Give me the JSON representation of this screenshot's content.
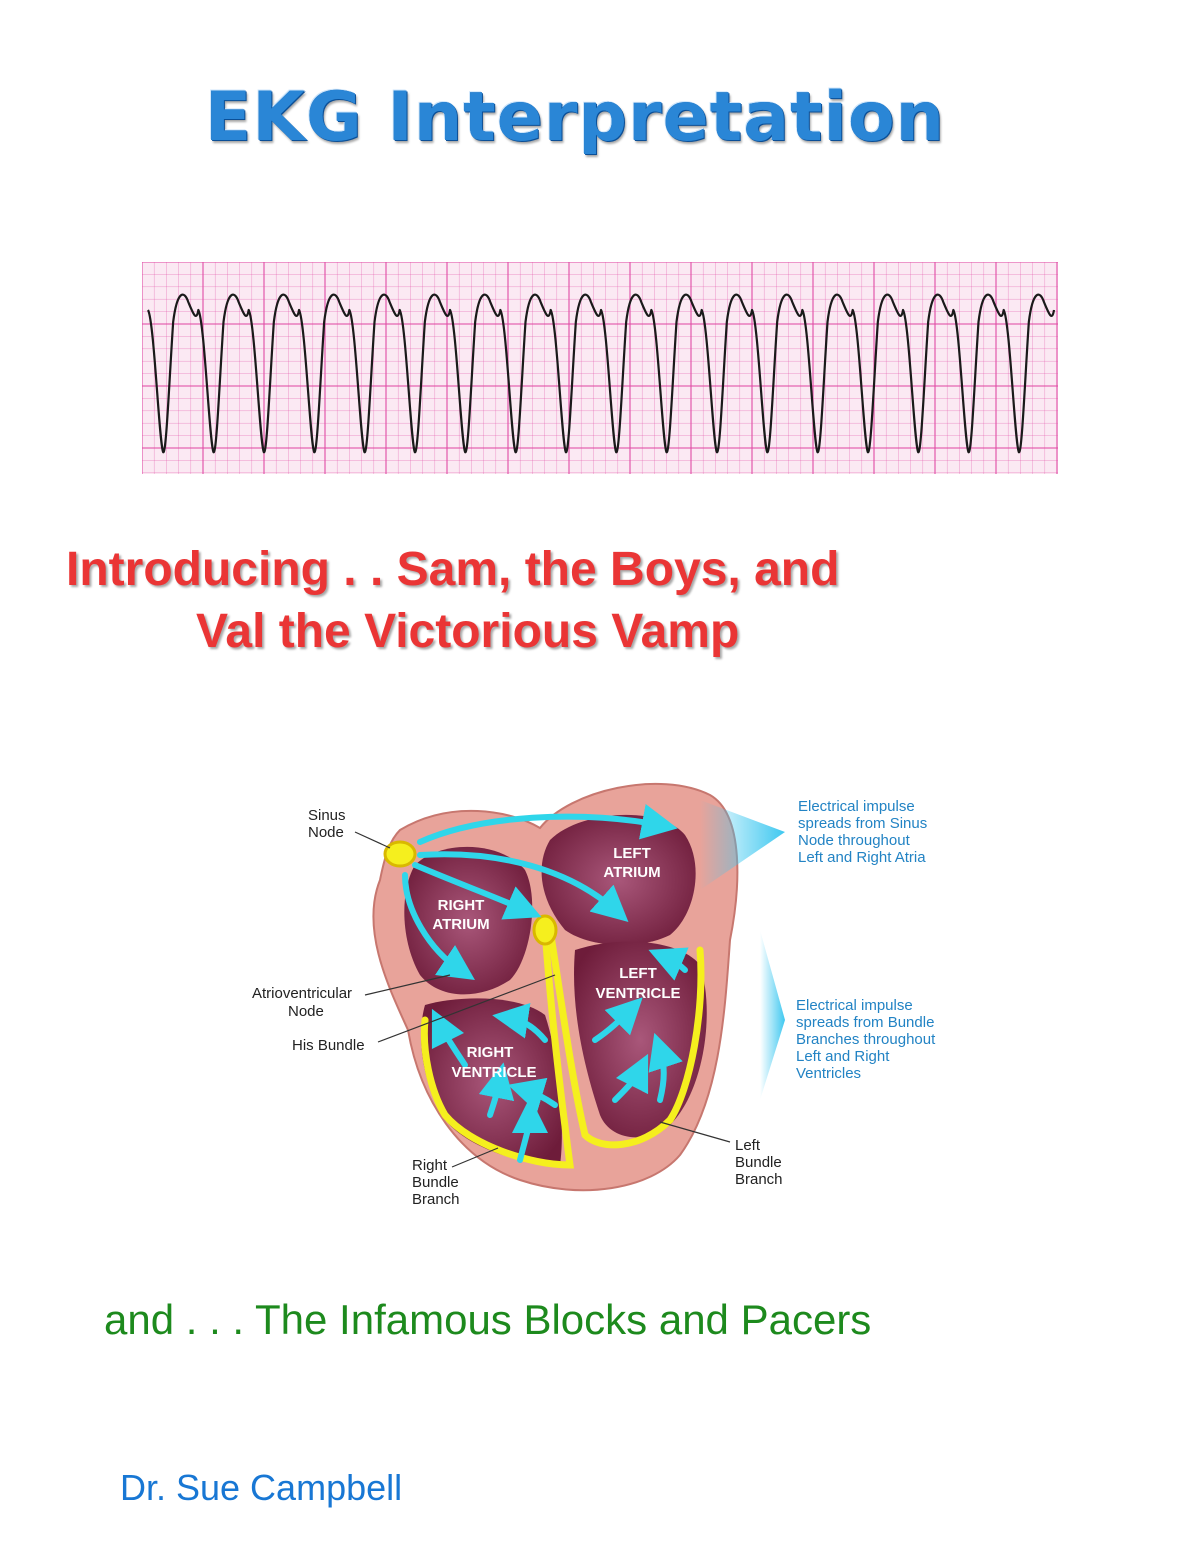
{
  "title": "EKG Interpretation",
  "intro": {
    "line1": "Introducing . . Sam, the Boys, and",
    "line2": "Val the Victorious Vamp"
  },
  "diagram": {
    "chambers": {
      "left_atrium": [
        "LEFT",
        "ATRIUM"
      ],
      "right_atrium": [
        "RIGHT",
        "ATRIUM"
      ],
      "left_ventricle": [
        "LEFT",
        "VENTRICLE"
      ],
      "right_ventricle": [
        "RIGHT",
        "VENTRICLE"
      ]
    },
    "labels": {
      "sinus_node": [
        "Sinus",
        "Node"
      ],
      "av_node": [
        "Atrioventricular",
        "Node"
      ],
      "his_bundle": [
        "His Bundle"
      ],
      "right_bundle": [
        "Right",
        "Bundle",
        "Branch"
      ],
      "left_bundle": [
        "Left",
        "Bundle",
        "Branch"
      ]
    },
    "callouts": {
      "atria": [
        "Electrical impulse",
        "spreads from Sinus",
        "Node throughout",
        "Left and Right Atria"
      ],
      "ventricles": [
        "Electrical impulse",
        "spreads from Bundle",
        "Branches throughout",
        "Left and Right",
        "Ventricles"
      ]
    },
    "colors": {
      "muscle": "#e8a39a",
      "chamber": "#7a2040",
      "impulse_arrow": "#2fd6ea",
      "conduction": "#f5ef1e",
      "callout_text": "#2283c4"
    }
  },
  "ekg": {
    "beats": 18,
    "grid_color": "#e14da6",
    "trace_color": "#1a1a1a"
  },
  "subtitle": "and . . . The Infamous Blocks and Pacers",
  "author": "Dr. Sue Campbell"
}
